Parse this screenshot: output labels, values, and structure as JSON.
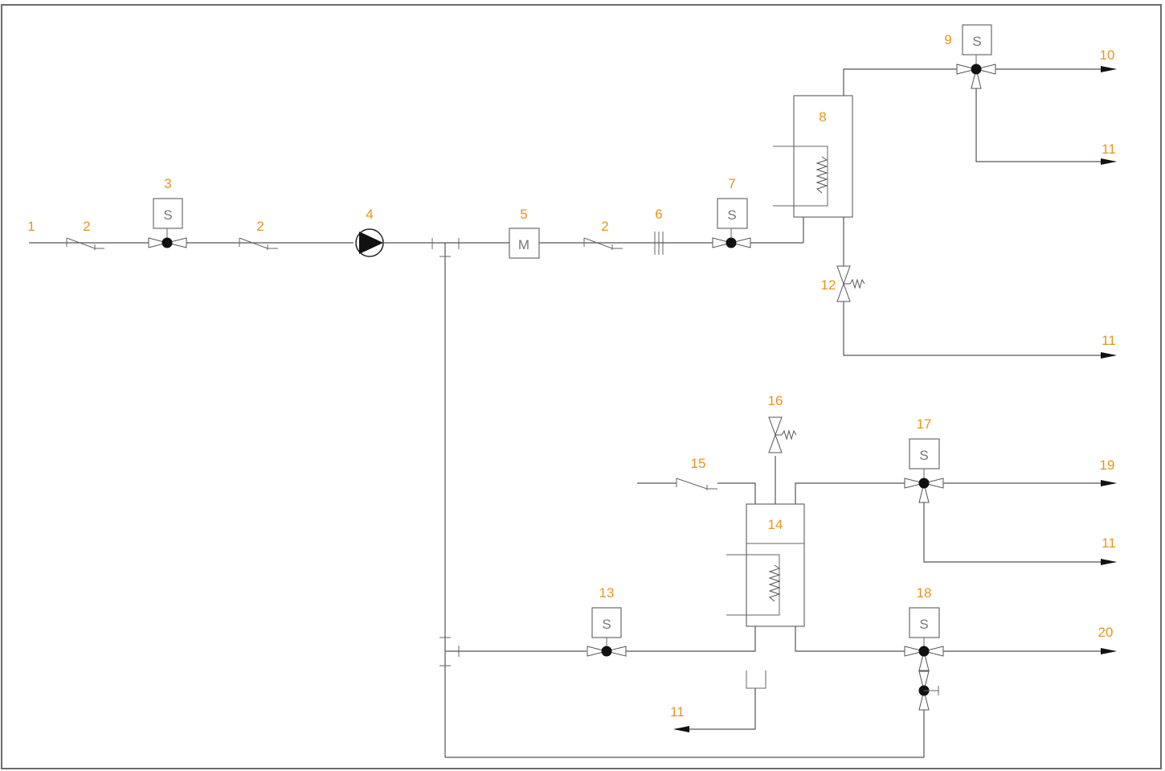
{
  "labels": {
    "n1": "1",
    "n2a": "2",
    "n3": "3",
    "n2b": "2",
    "n4": "4",
    "n5": "5",
    "n2c": "2",
    "n6": "6",
    "n7": "7",
    "n8": "8",
    "n9": "9",
    "n10": "10",
    "n11a": "11",
    "n12": "12",
    "n11b": "11",
    "n16": "16",
    "n17": "17",
    "n19": "19",
    "n15": "15",
    "n14": "14",
    "n11c": "11",
    "n13": "13",
    "n18": "18",
    "n20": "20",
    "n11d": "11"
  },
  "box_text": {
    "s": "S",
    "m": "M"
  },
  "colors": {
    "label": "#e6951e",
    "line": "#555555"
  }
}
